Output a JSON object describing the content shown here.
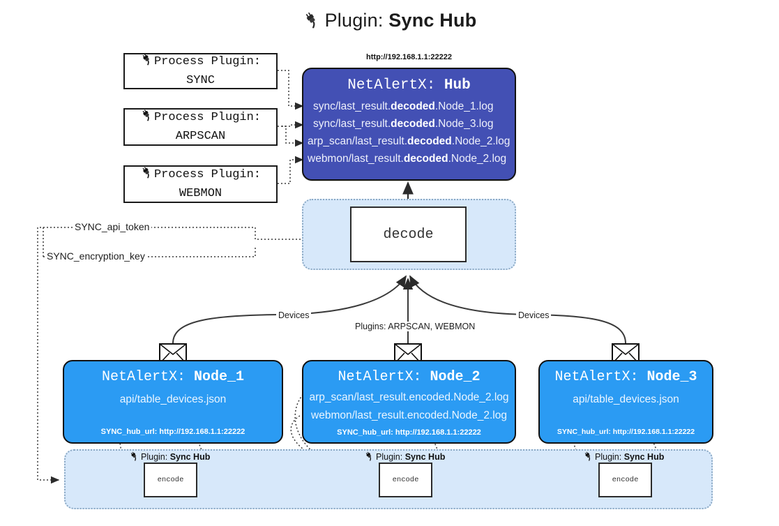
{
  "header": {
    "icon": "plug-icon",
    "prefix": "Plugin: ",
    "name": "Sync Hub"
  },
  "process_plugins": [
    {
      "icon": "plug-icon",
      "line1": "Process Plugin:",
      "line2": "SYNC"
    },
    {
      "icon": "plug-icon",
      "line1": "Process Plugin:",
      "line2": "ARPSCAN"
    },
    {
      "icon": "plug-icon",
      "line1": "Process Plugin:",
      "line2": "WEBMON"
    }
  ],
  "hub": {
    "url": "http://192.168.1.1:22222",
    "title_prefix": "NetAlertX: ",
    "title_name": "Hub",
    "logs": [
      {
        "pre": "sync/last_result.",
        "em": "decoded",
        "post": ".Node_1.log"
      },
      {
        "pre": "sync/last_result.",
        "em": "decoded",
        "post": ".Node_3.log"
      },
      {
        "pre": "arp_scan/last_result.",
        "em": "decoded",
        "post": ".Node_2.log"
      },
      {
        "pre": "webmon/last_result.",
        "em": "decoded",
        "post": ".Node_2.log"
      }
    ]
  },
  "decode": {
    "label": "decode"
  },
  "tokens": [
    {
      "label": "SYNC_api_token"
    },
    {
      "label": "SYNC_encryption_key"
    }
  ],
  "edge_labels": {
    "devices_left": "Devices",
    "plugins_center": "Plugins: ARPSCAN, WEBMON",
    "devices_right": "Devices"
  },
  "nodes": [
    {
      "title_prefix": "NetAlertX: ",
      "title_name": "Node_1",
      "lines": [
        "api/table_devices.json"
      ],
      "footer": "SYNC_hub_url: http://192.168.1.1:22222",
      "icon": "envelope-icon"
    },
    {
      "title_prefix": "NetAlertX: ",
      "title_name": "Node_2",
      "lines": [
        "arp_scan/last_result.encoded.Node_2.log",
        "webmon/last_result.encoded.Node_2.log"
      ],
      "footer": "SYNC_hub_url: http://192.168.1.1:22222",
      "icon": "envelope-icon"
    },
    {
      "title_prefix": "NetAlertX: ",
      "title_name": "Node_3",
      "lines": [
        "api/table_devices.json"
      ],
      "footer": "SYNC_hub_url: http://192.168.1.1:22222",
      "icon": "envelope-icon"
    }
  ],
  "encoders": [
    {
      "plugin_prefix": "Plugin: ",
      "plugin_name": "Sync Hub",
      "label": "encode",
      "icon": "plug-icon"
    },
    {
      "plugin_prefix": "Plugin: ",
      "plugin_name": "Sync Hub",
      "label": "encode",
      "icon": "plug-icon"
    },
    {
      "plugin_prefix": "Plugin: ",
      "plugin_name": "Sync Hub",
      "label": "encode",
      "icon": "plug-icon"
    }
  ],
  "colors": {
    "hub": "#4350b4",
    "node": "#2b9bf3",
    "container": "#d7e8fa",
    "stroke": "#2b2b2b"
  }
}
